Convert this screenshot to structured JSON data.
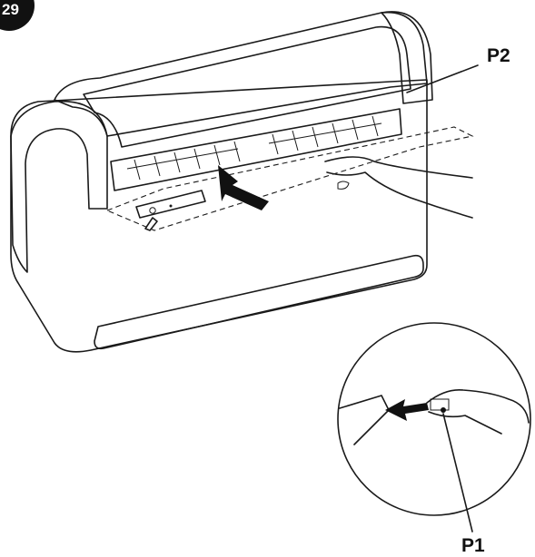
{
  "step_badge": {
    "label": "29"
  },
  "callouts": [
    {
      "id": "p2",
      "label": "P2"
    },
    {
      "id": "p1",
      "label": "P1"
    }
  ],
  "colors": {
    "line": "#1a1a1a",
    "badge": "#111111",
    "body_fill": "#efefef",
    "grille_fill": "#f7f7f7"
  }
}
